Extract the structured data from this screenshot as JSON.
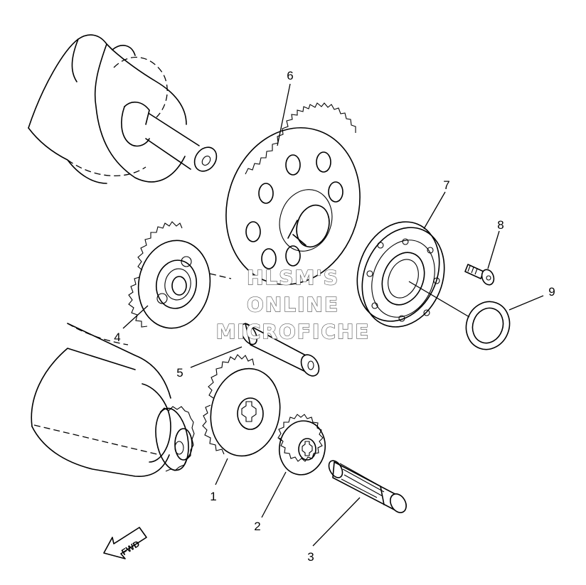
{
  "callouts": {
    "c1": "1",
    "c2": "2",
    "c3": "3",
    "c4": "4",
    "c5": "5",
    "c6": "6",
    "c7": "7",
    "c8": "8",
    "c9": "9"
  },
  "watermark": {
    "line1": "HLSM'S",
    "line2": "ONLINE",
    "line3": "MICROFICHE"
  },
  "direction_arrow": {
    "label": "FWD",
    "icon": "arrow-left-icon"
  },
  "colors": {
    "ink": "#000000",
    "paper": "#ffffff",
    "watermark": "#5a5a5a"
  }
}
